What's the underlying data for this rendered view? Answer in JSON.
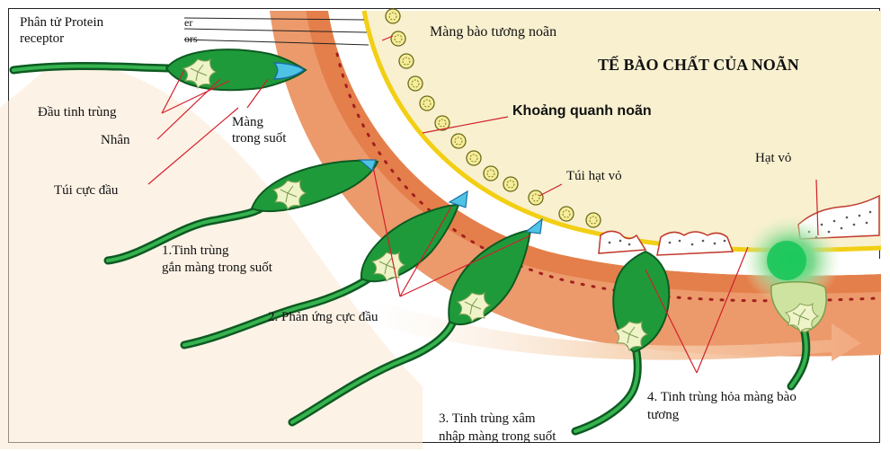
{
  "labels": {
    "protein_receptor_1": "Phân tử Protein",
    "protein_receptor_2": "receptor",
    "cut_off_1": "er",
    "cut_off_2": "ors",
    "plasma_membrane": "Màng bào tương noãn",
    "cytoplasm_title": "TẾ BÀO CHẤT CỦA NOÃN",
    "perivitelline_space": "Khoảng quanh noãn",
    "sperm_head": "Đầu tinh trùng",
    "nucleus": "Nhân",
    "zona_1": "Màng",
    "zona_2": "trong suốt",
    "acrosome": "Túi cực đầu",
    "cortical_vesicle": "Túi hạt vỏ",
    "cortical_granule": "Hạt vỏ",
    "step1_1": "1.Tinh trùng",
    "step1_2": "gắn màng trong suốt",
    "step2": "2. Phản ứng cực đầu",
    "step3_1": "3. Tinh trùng xâm",
    "step3_2": "nhập màng trong suốt",
    "step4_1": "4. Tinh trùng hỏa màng bào",
    "step4_2": "tương"
  },
  "colors": {
    "cytoplasm": "#f8f0cf",
    "zona": "#e98e5f",
    "membrane": "#f6d21b",
    "sperm_green": "#1f9a3a",
    "sperm_dark": "#0d5a22",
    "acrosome_blue": "#4fc3e6",
    "arrow_orange": "#f08a55",
    "leader_red": "#d21f2b"
  }
}
